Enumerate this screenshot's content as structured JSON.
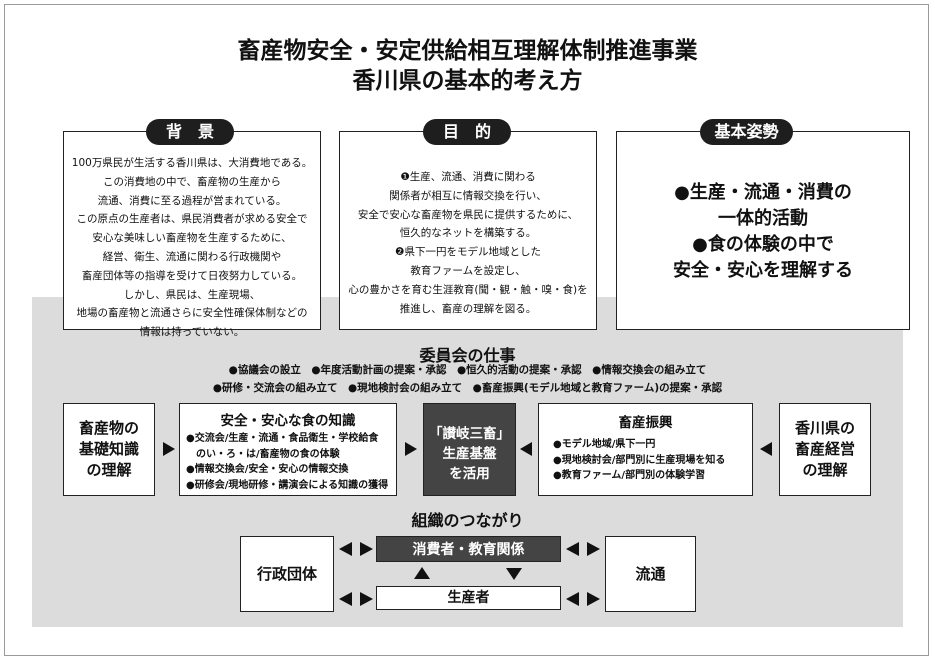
{
  "title": {
    "line1": "畜産物安全・安定供給相互理解体制推進事業",
    "line2": "香川県の基本的考え方"
  },
  "background": {
    "label": "背　景",
    "lines": [
      "100万県民が生活する香川県は、大消費地である。",
      "この消費地の中で、畜産物の生産から",
      "流通、消費に至る過程が営まれている。",
      "この原点の生産者は、県民消費者が求める安全で",
      "安心な美味しい畜産物を生産するために、",
      "経営、衛生、流通に関わる行政機関や",
      "畜産団体等の指導を受けて日夜努力している。",
      "しかし、県民は、生産現場、",
      "地場の畜産物と流通さらに安全性確保体制などの",
      "情報は持っていない。"
    ]
  },
  "purpose": {
    "label": "目　的",
    "lines": [
      "❶生産、流通、消費に関わる",
      "関係者が相互に情報交換を行い、",
      "安全で安心な畜産物を県民に提供するために、",
      "恒久的なネットを構築する。",
      "❷県下一円をモデル地域とした",
      "教育ファームを設定し、",
      "心の豊かさを育む生涯教育(聞・観・触・嗅・食)を",
      "推進し、畜産の理解を図る。"
    ]
  },
  "stance": {
    "label": "基本姿勢",
    "lines": [
      "●生産・流通・消費の",
      "一体的活動",
      "●食の体験の中で",
      "安全・安心を理解する"
    ]
  },
  "committee": {
    "heading": "委員会の仕事",
    "row1": "●協議会の設立　●年度活動計画の提案・承認　●恒久的活動の提案・承認　●情報交換会の組み立て",
    "row2": "●研修・交流会の組み立て　●現地検討会の組み立て　●畜産振興(モデル地域と教育ファーム)の提案・承認"
  },
  "left_box": {
    "lines": [
      "畜産物の",
      "基礎知識",
      "の理解"
    ]
  },
  "knowledge": {
    "title": "安全・安心な食の知識",
    "items": [
      "●交流会/生産・流通・食品衛生・学校給食",
      "　のい・ろ・は/畜産物の食の体験",
      "●情報交換会/安全・安心の情報交換",
      "●研修会/現地研修・講演会による知識の獲得"
    ]
  },
  "center": {
    "lines": [
      "「讃岐三畜」",
      "生産基盤",
      "を活用"
    ]
  },
  "promotion": {
    "title": "畜産振興",
    "items": [
      "●モデル地域/県下一円",
      "●現地検討会/部門別に生産現場を知る",
      "●教育ファーム/部門別の体験学習"
    ]
  },
  "right_box": {
    "lines": [
      "香川県の",
      "畜産経営",
      "の理解"
    ]
  },
  "network": {
    "heading": "組織のつながり",
    "admin": "行政団体",
    "consumers": "消費者・教育関係",
    "producers": "生産者",
    "distribution": "流通"
  }
}
